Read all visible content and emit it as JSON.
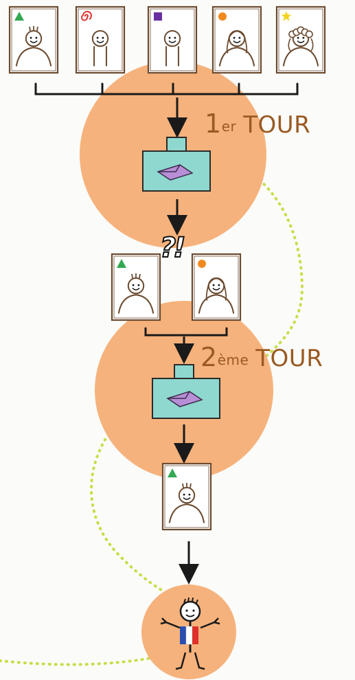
{
  "rounds": [
    {
      "number": "1",
      "suffix": "er",
      "word": "TOUR"
    },
    {
      "number": "2",
      "suffix": "ème",
      "word": "TOUR"
    }
  ],
  "runoff_mark": "?!",
  "candidates": [
    {
      "id": "c1",
      "symbol": "triangle",
      "symbol_color": "#34a853",
      "hair": "short"
    },
    {
      "id": "c2",
      "symbol": "spiral",
      "symbol_color": "#e0302a",
      "hair": "bald"
    },
    {
      "id": "c3",
      "symbol": "square",
      "symbol_color": "#6a2fa0",
      "hair": "bald"
    },
    {
      "id": "c4",
      "symbol": "circle",
      "symbol_color": "#f08a1e",
      "hair": "long"
    },
    {
      "id": "c5",
      "symbol": "star",
      "symbol_color": "#f2d21a",
      "hair": "curly"
    }
  ],
  "colors": {
    "disc": "#f6b27c",
    "ballot_box": "#8ed8cf",
    "envelope": "#b88fd6",
    "ink": "#1a1a1a",
    "frame": "#6b4a2f",
    "dotted_path": "#c9dc45",
    "label": "#9a5a22"
  }
}
